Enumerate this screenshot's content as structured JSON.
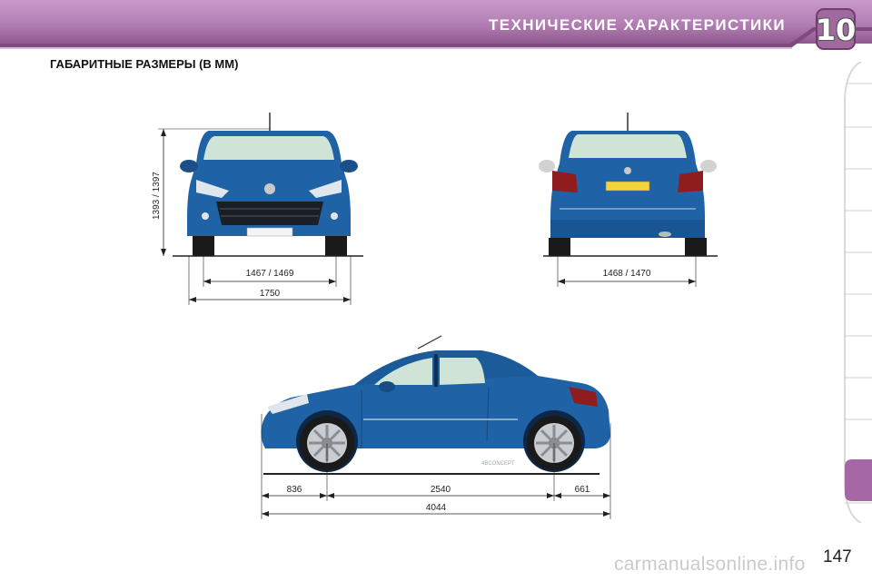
{
  "header": {
    "title": "ТЕХНИЧЕСКИЕ ХАРАКТЕРИСТИКИ",
    "chapter": "10"
  },
  "section_title": "ГАБАРИТНЫЕ РАЗМЕРЫ (В ММ)",
  "front_view": {
    "height": "1393 / 1397",
    "track": "1467 / 1469",
    "width": "1750"
  },
  "rear_view": {
    "track": "1468 / 1470"
  },
  "side_view": {
    "front_overhang": "836",
    "wheelbase": "2540",
    "rear_overhang": "661",
    "length": "4044",
    "badge": "4BCONCEPT"
  },
  "page_number": "147",
  "watermark": "carmanualsonline.info",
  "colors": {
    "header": "#b07bb0",
    "car_body": "#1f63a6",
    "thumb_active": "#a567a5"
  }
}
